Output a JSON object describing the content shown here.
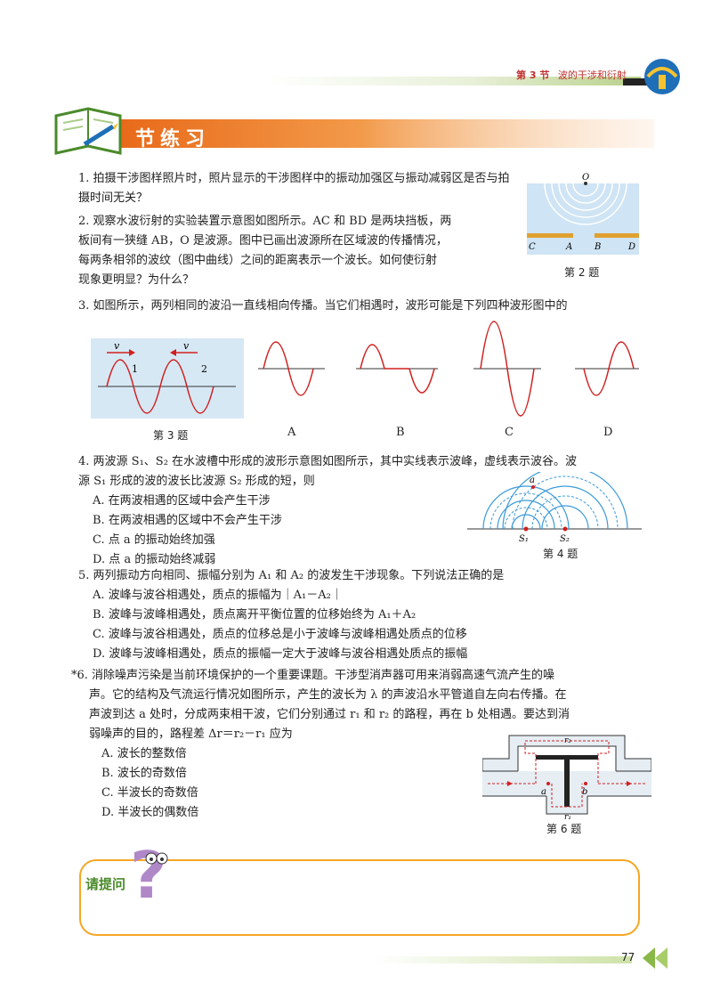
{
  "header": {
    "section": "第 3 节",
    "title": "波的干涉和衍射"
  },
  "banner": {
    "title": "节练习"
  },
  "q1": {
    "text": "1. 拍摄干涉图样照片时，照片显示的干涉图样中的振动加强区与振动减弱区是否与拍摄时间无关？"
  },
  "q2": {
    "line1": "2. 观察水波衍射的实验装置示意图如图所示。",
    "line1b": "AC 和 BD 是两块挡板，两",
    "line2": "板间有一狭缝 AB，O 是波源。图中已画出波源所在区域波的传播情况，",
    "line3": "每两条相邻的波纹（图中曲线）之间的距离表示一个波长。如何使衍射",
    "line4": "现象更明显？为什么？"
  },
  "fig2": {
    "caption": "第 2 题",
    "labels": {
      "O": "O",
      "C": "C",
      "A": "A",
      "B": "B",
      "D": "D"
    }
  },
  "q3": {
    "text": "3. 如图所示，两列相同的波沿一直线相向传播。当它们相遇时，波形可能是下列四种波形图中的"
  },
  "fig3": {
    "caption": "第 3 题",
    "v1": "v",
    "v2": "v",
    "w1": "1",
    "w2": "2",
    "opts": [
      "A",
      "B",
      "C",
      "D"
    ]
  },
  "q4": {
    "line1": "4. 两波源 S₁、S₂ 在水波槽中形成的波形示意图如图所示，其中实线表示波峰，虚线表示波谷。波",
    "line2": "源 S₁ 形成的波的波长比波源 S₂ 形成的短，则",
    "options": [
      "A. 在两波相遇的区域中会产生干涉",
      "B. 在两波相遇的区域中不会产生干涉",
      "C. 点 a 的振动始终加强",
      "D. 点 a 的振动始终减弱"
    ]
  },
  "fig4": {
    "caption": "第 4 题",
    "a": "a",
    "s1": "S₁",
    "s2": "S₂"
  },
  "q5": {
    "line1": "5. 两列振动方向相同、振幅分别为 A₁ 和 A₂ 的波发生干涉现象。下列说法正确的是",
    "options": [
      "A. 波峰与波谷相遇处，质点的振幅为｜A₁－A₂｜",
      "B. 波峰与波峰相遇处，质点离开平衡位置的位移始终为 A₁＋A₂",
      "C. 波峰与波谷相遇处，质点的位移总是小于波峰与波峰相遇处质点的位移",
      "D. 波峰与波峰相遇处，质点的振幅一定大于波峰与波谷相遇处质点的振幅"
    ]
  },
  "q6": {
    "line1": "*6. 消除噪声污染是当前环境保护的一个重要课题。干涉型消声器可用来消弱高速气流产生的噪",
    "line2": "声。它的结构及气流运行情况如图所示，产生的波长为 λ 的声波沿水平管道自左向右传播。在",
    "line3": "声波到达 a 处时，分成两束相干波，它们分别通过 r₁ 和 r₂ 的路程，再在 b 处相遇。要达到消",
    "line4": "弱噪声的目的，路程差 Δr＝r₂－r₁ 应为",
    "options": [
      "A. 波长的整数倍",
      "B. 波长的奇数倍",
      "C. 半波长的奇数倍",
      "D. 半波长的偶数倍"
    ]
  },
  "fig6": {
    "caption": "第 6 题",
    "r1": "r₁",
    "r2": "r₂",
    "a": "a",
    "b": "b"
  },
  "ask": {
    "label": "请提问"
  },
  "footer": {
    "page": "77"
  },
  "colors": {
    "accent_red": "#c8282a",
    "banner_orange": "#e8742a",
    "wave_red": "#d02020",
    "blue": "#3a9ad9",
    "ask_orange": "#f5a623",
    "green": "#4a8a2a"
  }
}
